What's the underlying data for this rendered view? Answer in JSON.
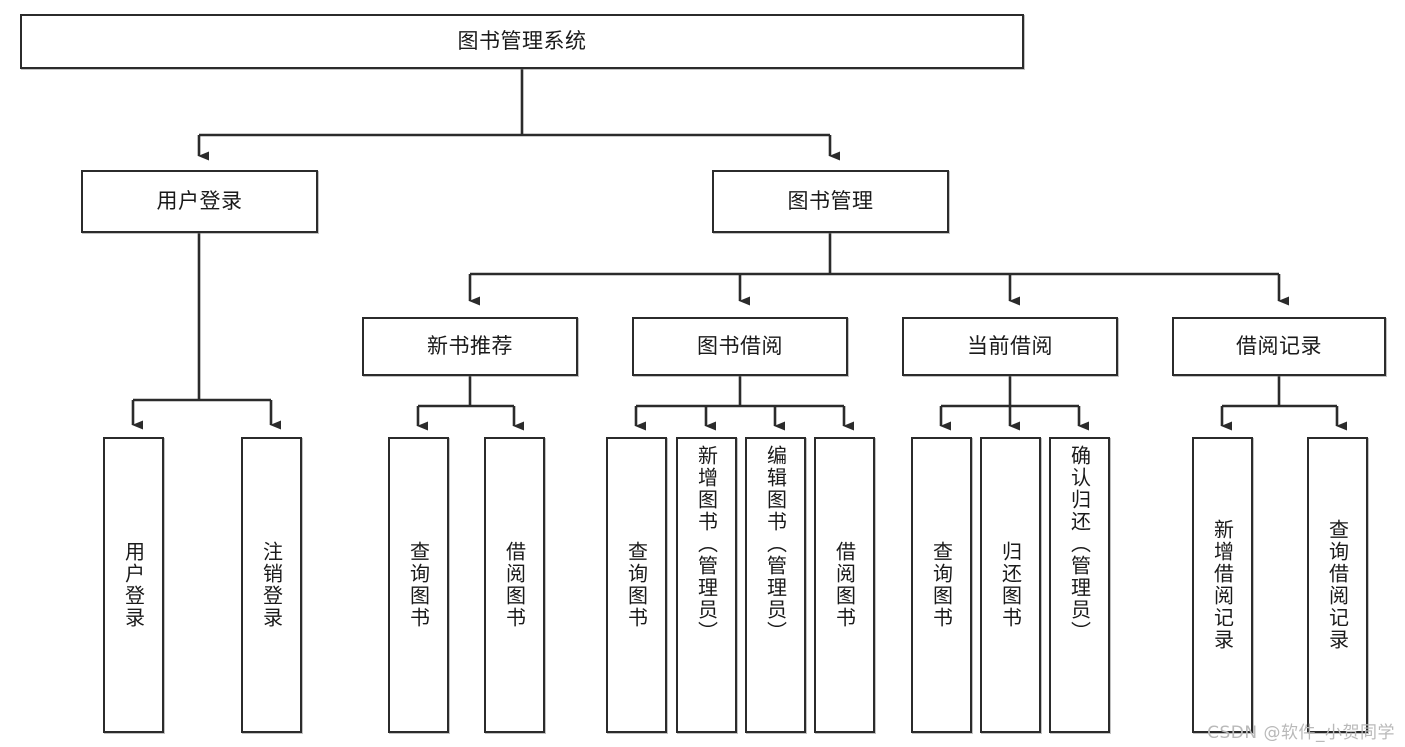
{
  "diagram": {
    "type": "hierarchy-tree",
    "title": "图书管理系统",
    "watermark": "CSDN @软件_小贺同学",
    "colors": {
      "box_border": "#2b2b2b",
      "box_fill": "#ffffff",
      "edge": "#2b2b2b",
      "text": "#1a1a1a",
      "watermark": "#b9b9b9"
    },
    "root": {
      "label": "图书管理系统",
      "orientation": "horizontal"
    },
    "level2": [
      {
        "label": "用户登录",
        "orientation": "horizontal"
      },
      {
        "label": "图书管理",
        "orientation": "horizontal"
      }
    ],
    "level3": [
      {
        "label": "新书推荐",
        "orientation": "horizontal"
      },
      {
        "label": "图书借阅",
        "orientation": "horizontal"
      },
      {
        "label": "当前借阅",
        "orientation": "horizontal"
      },
      {
        "label": "借阅记录",
        "orientation": "horizontal"
      }
    ],
    "leaves": {
      "user_login": [
        {
          "label": "用户登录",
          "orientation": "vertical"
        },
        {
          "label": "注销登录",
          "orientation": "vertical"
        }
      ],
      "new_book_recommend": [
        {
          "label": "查询图书",
          "orientation": "vertical"
        },
        {
          "label": "借阅图书",
          "orientation": "vertical"
        }
      ],
      "book_borrow": [
        {
          "label": "查询图书",
          "orientation": "vertical"
        },
        {
          "label": "新增图书（管理员）",
          "orientation": "vertical"
        },
        {
          "label": "编辑图书（管理员）",
          "orientation": "vertical"
        },
        {
          "label": "借阅图书",
          "orientation": "vertical"
        }
      ],
      "current_borrow": [
        {
          "label": "查询图书",
          "orientation": "vertical"
        },
        {
          "label": "归还图书",
          "orientation": "vertical"
        },
        {
          "label": "确认归还（管理员）",
          "orientation": "vertical"
        }
      ],
      "borrow_record": [
        {
          "label": "新增借阅记录",
          "orientation": "vertical"
        },
        {
          "label": "查询借阅记录",
          "orientation": "vertical"
        }
      ]
    }
  }
}
